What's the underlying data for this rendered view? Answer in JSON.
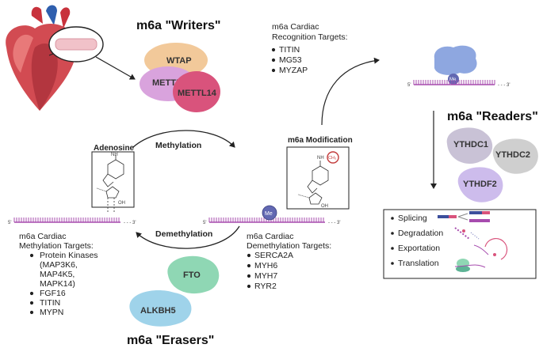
{
  "writers": {
    "title": "m6a \"Writers\"",
    "proteins": [
      "WTAP",
      "METTL3",
      "METTL14"
    ]
  },
  "readers": {
    "title": "m6a \"Readers\"",
    "proteins": [
      "YTHDC1",
      "YTHDC2",
      "YTHDF2"
    ]
  },
  "erasers": {
    "title": "m6a \"Erasers\"",
    "proteins": [
      "FTO",
      "ALKBH5"
    ]
  },
  "processes": {
    "methylation": "Methylation",
    "demethylation": "Demethylation"
  },
  "molecules": {
    "adenosine": "Adenosine",
    "m6a_modification": "m6a Modification",
    "me_badge": "Me",
    "ch3_label": "CH₃",
    "nh2": "NH",
    "oh": "OH"
  },
  "rna": {
    "five_prime": "5'",
    "three_prime": "- - - 3'"
  },
  "recognition_targets": {
    "title_lines": [
      "m6a Cardiac",
      "Recognition Targets:"
    ],
    "items": [
      "TITIN",
      "MG53",
      "MYZAP"
    ]
  },
  "methylation_targets": {
    "title_lines": [
      "m6a Cardiac",
      "Methylation Targets:"
    ],
    "items": [
      [
        "Protein Kinases",
        "(MAP3K6,",
        "MAP4K5,",
        "MAPK14)"
      ],
      [
        "FGF16"
      ],
      [
        "TITIN"
      ],
      [
        "MYPN"
      ]
    ]
  },
  "demethylation_targets": {
    "title_lines": [
      "m6a Cardiac",
      "Demethylation Targets:"
    ],
    "items": [
      "SERCA2A",
      "MYH6",
      "MYH7",
      "RYR2"
    ]
  },
  "reader_functions": [
    "Splicing",
    "Degradation",
    "Exportation",
    "Translation"
  ],
  "colors": {
    "wtap": "#f2c99a",
    "mettl3": "#d9a3dd",
    "mettl14": "#d9537c",
    "ythdc1": "#c9c2d6",
    "ythdc2": "#cfcfcf",
    "ythdf2": "#cdbcec",
    "fto": "#8fd7b4",
    "alkbh5": "#9fd3ea",
    "rna": "#a74cae",
    "me_badge": "#6268b2",
    "reader_blob": "#8ea7e0"
  }
}
